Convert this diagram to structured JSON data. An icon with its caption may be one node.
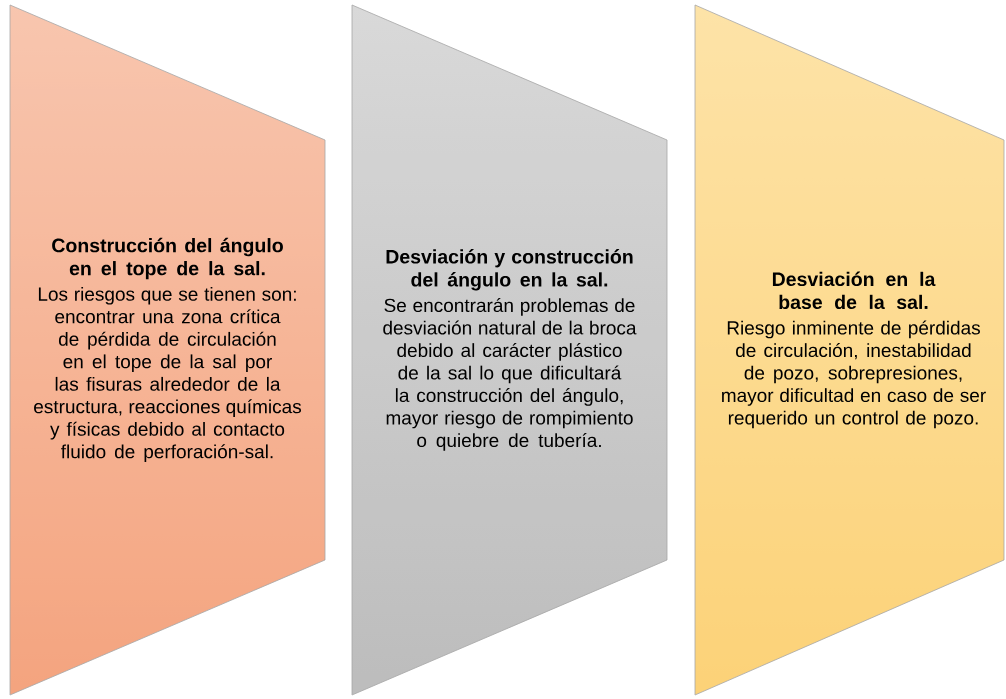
{
  "diagram": {
    "nodes": [
      {
        "text": [
          "Construcción del ángulo en el tope de la sal.",
          "Los riesgos que se tienen son: encontrar una zona crítica de pérdida de circulación en el tope de la sal por las fisuras alrededor de la estructura, reacciones químicas y físicas debido al contacto fluido de perforación-sal."
        ]
      },
      {
        "text": [
          "Desviación y construcción del ángulo en la sal.",
          "Se encontrarán problemas de desviación natural de la broca debido al carácter plástico de la sal lo que dificultará la construcción del ángulo, mayor riesgo de rompimiento o quiebre de tubería."
        ]
      },
      {
        "text": [
          "Desviación en la base de la sal.",
          "Riesgo inminente de pérdidas de circulación, inestabilidad de pozo, sobrepresiones, mayor dificultad en caso de ser requerido un control de pozo."
        ]
      }
    ]
  }
}
